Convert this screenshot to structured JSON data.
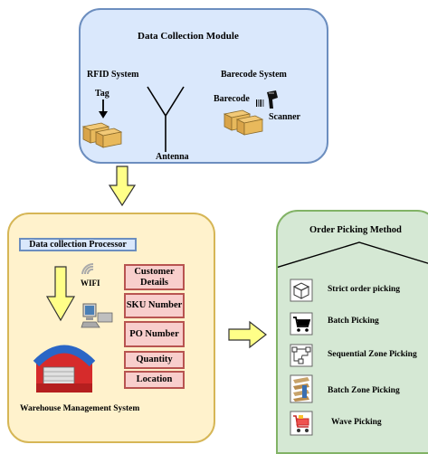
{
  "data_collection_module": {
    "title": "Data Collection Module",
    "rfid_label": "RFID System",
    "tag_label": "Tag",
    "antenna_label": "Antenna",
    "barcode_system_label": "Barecode System",
    "barcode_label": "Barecode",
    "scanner_label": "Scanner"
  },
  "warehouse": {
    "processor_label": "Data collection Processor",
    "wifi_label": "WIFI",
    "fields": [
      "Customer Details",
      "SKU Number",
      "PO Number",
      "Quantity",
      "Location"
    ],
    "system_label": "Warehouse Management System"
  },
  "order_picking": {
    "title": "Order Picking Method",
    "methods": [
      {
        "label": "Strict order picking",
        "icon": "box-outline-icon"
      },
      {
        "label": "Batch Picking",
        "icon": "cart-icon"
      },
      {
        "label": "Sequential Zone Picking",
        "icon": "zone-flow-icon"
      },
      {
        "label": "Batch Zone Picking",
        "icon": "shelves-icon"
      },
      {
        "label": "Wave Picking",
        "icon": "red-cart-icon"
      }
    ]
  },
  "colors": {
    "dcm_fill": "#dae8fc",
    "dcm_border": "#6c8ebf",
    "wms_fill": "#fff2cc",
    "wms_border": "#d6b656",
    "opm_fill": "#d5e8d4",
    "opm_border": "#82b366",
    "field_fill": "#f8cecc",
    "field_border": "#b85450",
    "arrow_fill": "#ffff88"
  }
}
